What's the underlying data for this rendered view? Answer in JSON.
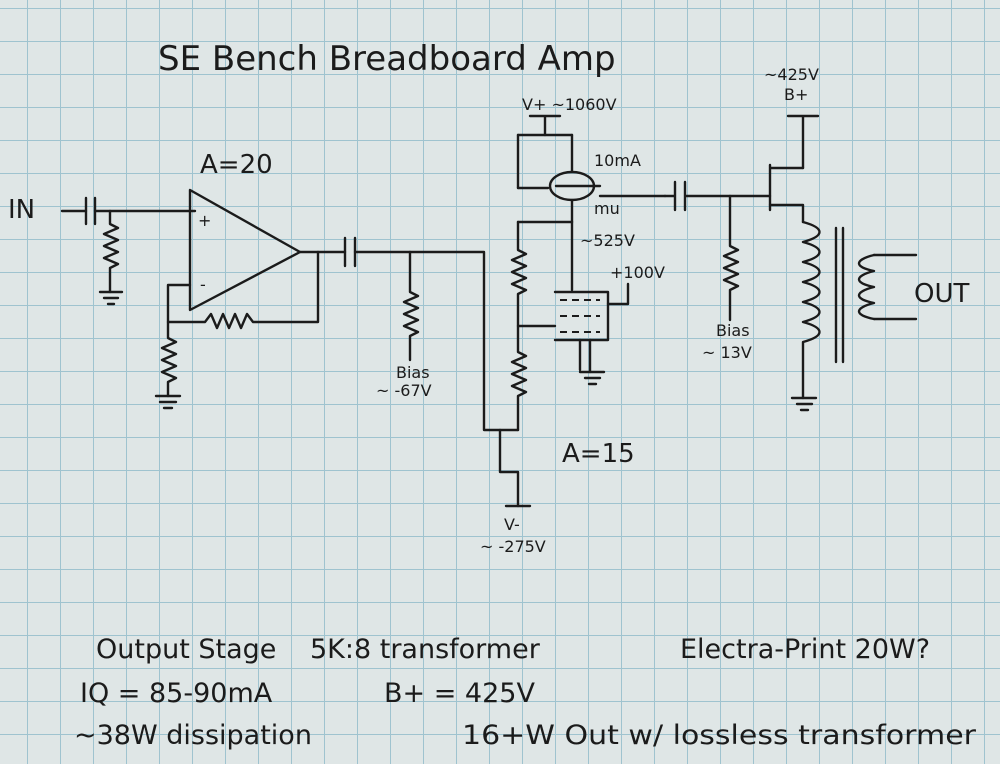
{
  "title": "SE Bench Breadboard Amp",
  "labels": {
    "input": "IN",
    "opamp_gain": "A=20",
    "opamp_plus": "+",
    "opamp_minus": "-",
    "v_plus": "V+ ~1060V",
    "ccs_current": "10mA",
    "mu": "mu",
    "node_voltage": "~525V",
    "screen_voltage": "+100V",
    "bias1": "Bias",
    "bias1_value": "~ -67V",
    "stage_gain": "A=15",
    "v_minus": "V-",
    "v_minus_value": "~ -275V",
    "b_plus_value": "~425V",
    "b_plus": "B+",
    "bias2": "Bias",
    "bias2_value": "~ 13V",
    "output": "OUT"
  },
  "notes": {
    "line1_a": "Output Stage",
    "line1_b": "5K:8 transformer",
    "line1_c": "Electra-Print 20W?",
    "line2_a": "IQ = 85-90mA",
    "line2_b": "B+ = 425V",
    "line3_a": "~38W dissipation",
    "line3_b": "16+W Out w/ lossless transformer"
  }
}
